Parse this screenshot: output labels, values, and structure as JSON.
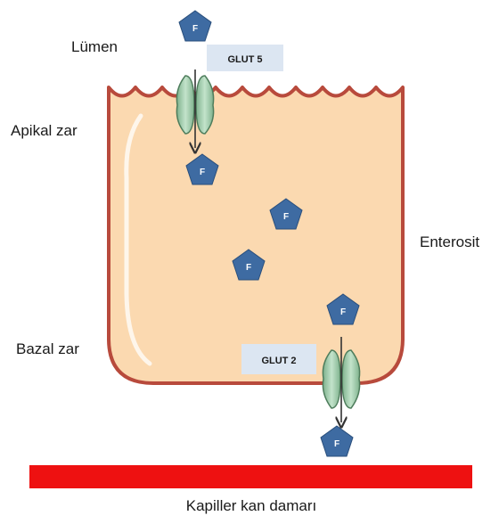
{
  "labels": {
    "lumen": "Lümen",
    "apical_membrane": "Apikal zar",
    "basal_membrane": "Bazal zar",
    "enterocyte": "Enterosit",
    "capillary": "Kapiller kan damarı"
  },
  "transporters": {
    "glut5": "GLUT 5",
    "glut2": "GLUT 2"
  },
  "molecule_letter": "F",
  "colors": {
    "cell_fill": "#fbd9b0",
    "cell_membrane": "#b84a3c",
    "molecule": "#3e6ba2",
    "transporter": "#9ccca8",
    "label_box": "#dce6f2",
    "capillary": "#ee1111"
  }
}
